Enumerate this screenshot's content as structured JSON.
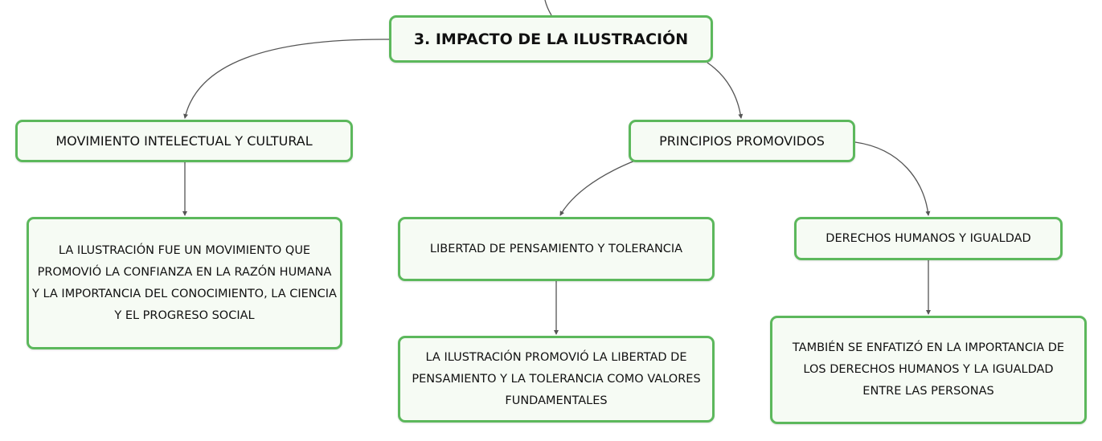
{
  "root": {
    "label": "3. IMPACTO DE LA ILUSTRACIÓN"
  },
  "branches": [
    {
      "label": "MOVIMIENTO INTELECTUAL Y CULTURAL",
      "detail": "LA ILUSTRACIÓN FUE UN MOVIMIENTO QUE PROMOVIÓ LA CONFIANZA EN LA RAZÓN HUMANA Y LA IMPORTANCIA DEL CONOCIMIENTO, LA CIENCIA Y EL PROGRESO SOCIAL"
    },
    {
      "label": "PRINCIPIOS PROMOVIDOS",
      "children": [
        {
          "label": "LIBERTAD DE PENSAMIENTO Y TOLERANCIA",
          "detail": "LA ILUSTRACIÓN PROMOVIÓ LA LIBERTAD DE PENSAMIENTO Y LA TOLERANCIA COMO VALORES FUNDAMENTALES"
        },
        {
          "label": "DERECHOS HUMANOS Y IGUALDAD",
          "detail": "TAMBIÉN SE ENFATIZÓ EN LA IMPORTANCIA DE LOS DERECHOS HUMANOS Y LA IGUALDAD ENTRE LAS PERSONAS"
        }
      ]
    }
  ],
  "colors": {
    "node_border": "#5cb85c",
    "node_fill": "#f6fbf4",
    "connector": "#555555",
    "text": "#111111"
  }
}
